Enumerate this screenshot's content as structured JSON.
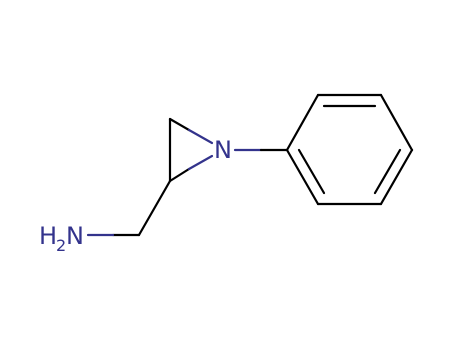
{
  "molecule": {
    "atoms": {
      "ring_nitrogen": "N",
      "amine_h": "H",
      "amine_h_count": "2",
      "amine_n": "N"
    },
    "colors": {
      "bond": "#000000",
      "nitrogen": "#33338c",
      "background": "#ffffff"
    }
  }
}
